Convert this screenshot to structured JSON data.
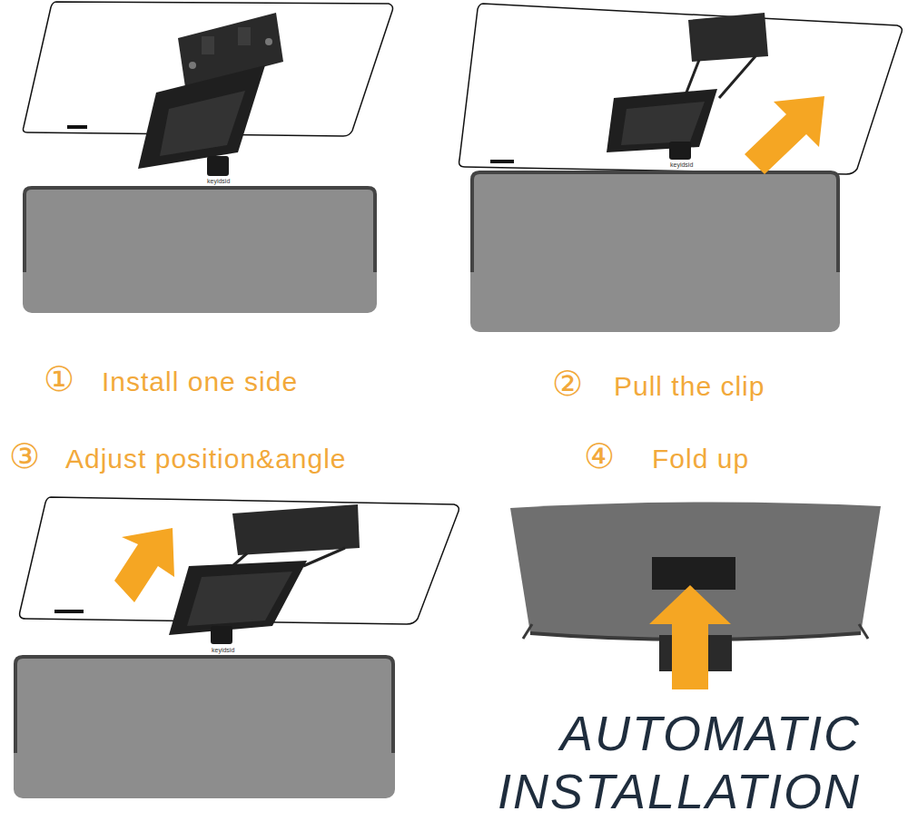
{
  "diagram": {
    "labels": [
      "keyidsid",
      "keyidsid",
      "①",
      "Install one side",
      "②",
      "Pull the clip",
      "③",
      "Adjust position&angle",
      "④",
      "Fold up",
      "keyidsid",
      "AUTOMATIC INSTALLATION"
    ]
  }
}
